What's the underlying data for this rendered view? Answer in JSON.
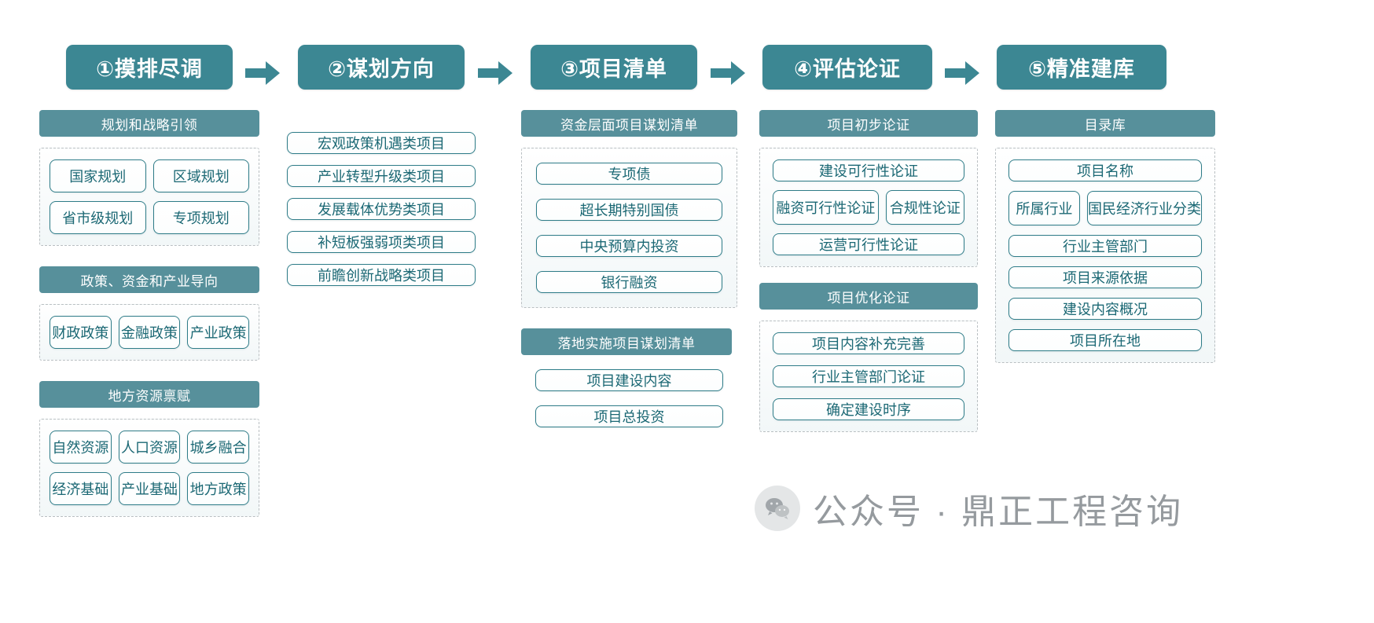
{
  "colors": {
    "stage_header_bg": "#3c8793",
    "group_header_bg": "#57909b",
    "cell_border": "#2e7c88",
    "cell_text": "#1b6874",
    "dashed_border": "#b9bfc2",
    "arrow": "#3c8793",
    "watermark_text": "#8d9296",
    "page_bg": "#ffffff"
  },
  "arrow_icon": "arrow-right-icon",
  "stages": [
    {
      "id": "stage-1",
      "header": "①摸排尽调",
      "groups": [
        {
          "title": "规划和战略引领",
          "dashed": true,
          "rows": [
            [
              "国家规划",
              "区域规划"
            ],
            [
              "省市级规划",
              "专项规划"
            ]
          ]
        },
        {
          "title": "政策、资金和产业导向",
          "dashed": true,
          "rows": [
            [
              "财政政策",
              "金融政策",
              "产业政策"
            ]
          ]
        },
        {
          "title": "地方资源禀赋",
          "dashed": true,
          "rows": [
            [
              "自然资源",
              "人口资源",
              "城乡融合"
            ],
            [
              "经济基础",
              "产业基础",
              "地方政策"
            ]
          ]
        }
      ]
    },
    {
      "id": "stage-2",
      "header": "②谋划方向",
      "groups": [
        {
          "title": "",
          "dashed": false,
          "rows": [
            [
              "宏观政策机遇类项目"
            ],
            [
              "产业转型升级类项目"
            ],
            [
              "发展载体优势类项目"
            ],
            [
              "补短板强弱项类项目"
            ],
            [
              "前瞻创新战略类项目"
            ]
          ]
        }
      ]
    },
    {
      "id": "stage-3",
      "header": "③项目清单",
      "groups": [
        {
          "title": "资金层面项目谋划清单",
          "dashed": true,
          "rows": [
            [
              "专项债"
            ],
            [
              "超长期特别国债"
            ],
            [
              "中央预算内投资"
            ],
            [
              "银行融资"
            ]
          ]
        },
        {
          "title": "落地实施项目谋划清单",
          "dashed": false,
          "rows": [
            [
              "项目建设内容"
            ],
            [
              "项目总投资"
            ]
          ]
        }
      ]
    },
    {
      "id": "stage-4",
      "header": "④评估论证",
      "groups": [
        {
          "title": "项目初步论证",
          "dashed": true,
          "rows": [
            [
              "建设可行性论证"
            ],
            [
              "融资可行性论证",
              "合规性论证"
            ],
            [
              "运营可行性论证"
            ]
          ]
        },
        {
          "title": "项目优化论证",
          "dashed": true,
          "rows": [
            [
              "项目内容补充完善"
            ],
            [
              "行业主管部门论证"
            ],
            [
              "确定建设时序"
            ]
          ]
        }
      ]
    },
    {
      "id": "stage-5",
      "header": "⑤精准建库",
      "groups": [
        {
          "title": "目录库",
          "dashed": true,
          "rows": [
            [
              "项目名称"
            ],
            [
              "所属行业",
              "国民经济行业分类"
            ],
            [
              "行业主管部门"
            ],
            [
              "项目来源依据"
            ],
            [
              "建设内容概况"
            ],
            [
              "项目所在地"
            ]
          ]
        }
      ]
    }
  ],
  "watermark": {
    "icon": "wechat-icon",
    "text": "公众号 · 鼎正工程咨询"
  }
}
